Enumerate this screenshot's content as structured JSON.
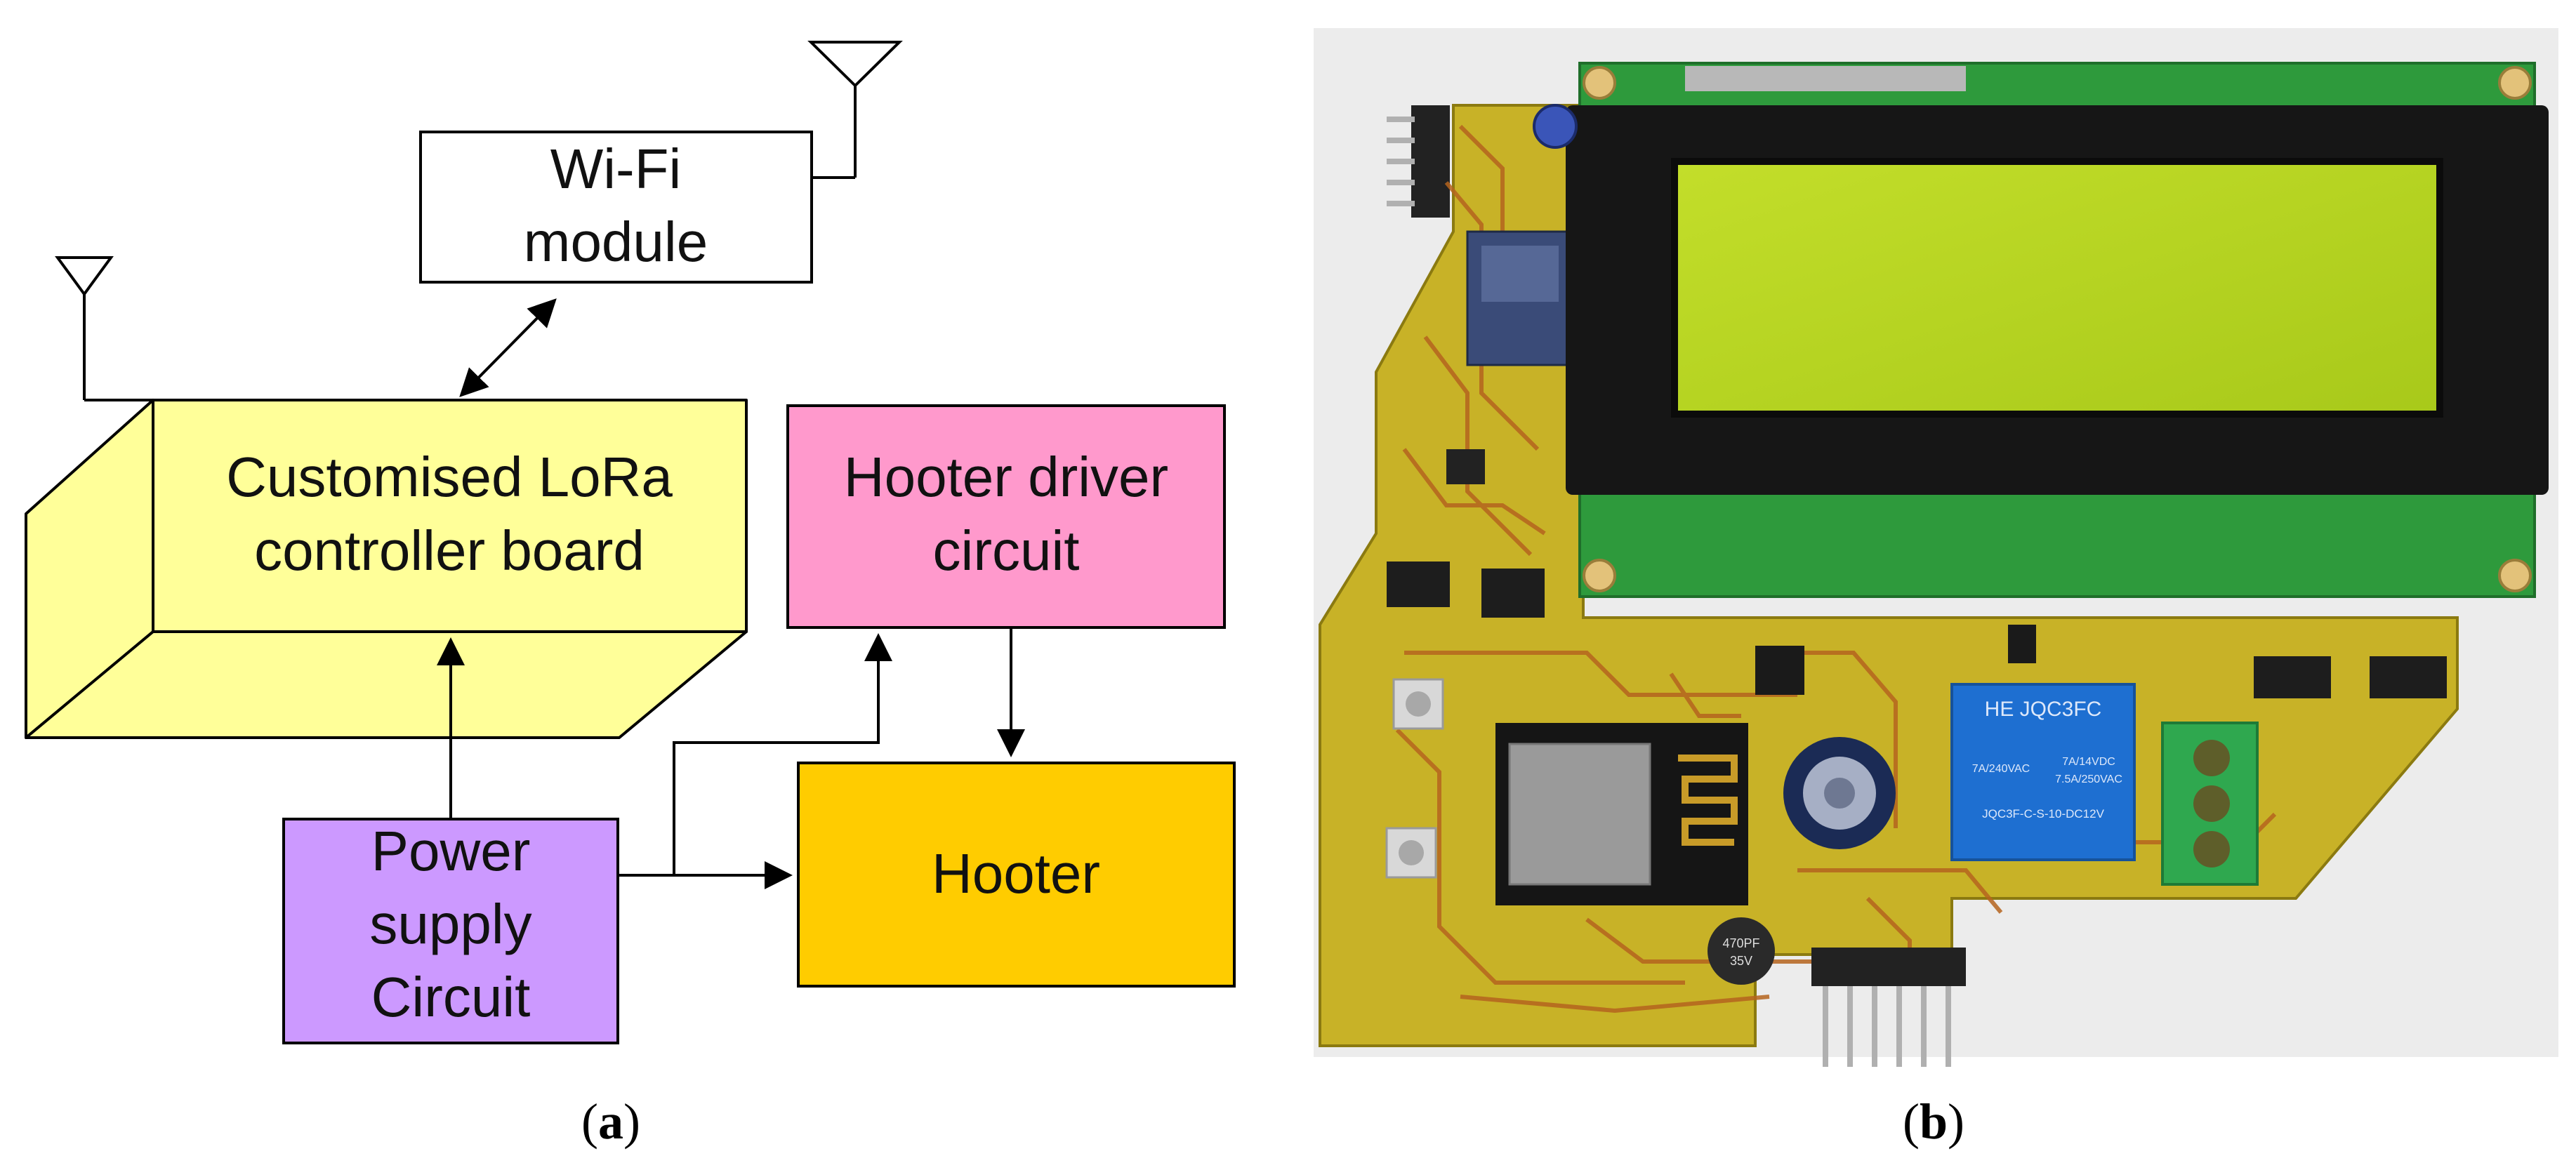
{
  "panel_a": {
    "caption_letter": "a",
    "blocks": {
      "wifi": {
        "lines": [
          "Wi-Fi",
          "module"
        ],
        "color": "#FFFFFF"
      },
      "lora": {
        "lines": [
          "Customised LoRa",
          "controller  board"
        ],
        "color": "#FFFF99"
      },
      "hooter_driver": {
        "lines": [
          "Hooter driver",
          "circuit"
        ],
        "color": "#FF99CC"
      },
      "hooter": {
        "lines": [
          "Hooter"
        ],
        "color": "#FFCC00"
      },
      "power": {
        "lines": [
          "Power",
          "supply",
          "Circuit"
        ],
        "color": "#CC99FF"
      }
    }
  },
  "panel_b": {
    "caption_letter": "b",
    "relay_label": "HE JQC3FC",
    "relay_specs": [
      "7A/240VAC",
      "7A/14VDC",
      "7.5A/250VAC",
      "JQC3F-C-S-10-DC12V"
    ],
    "capacitor_label": [
      "470PF",
      "35V"
    ],
    "colors": {
      "pcb": "#C8B227",
      "lcd_frame": "#161616",
      "lcd_screen": "#B7D71F",
      "lcd_pcb": "#2E9A3C",
      "relay": "#1E6FD1",
      "terminal": "#2FA84F"
    }
  }
}
